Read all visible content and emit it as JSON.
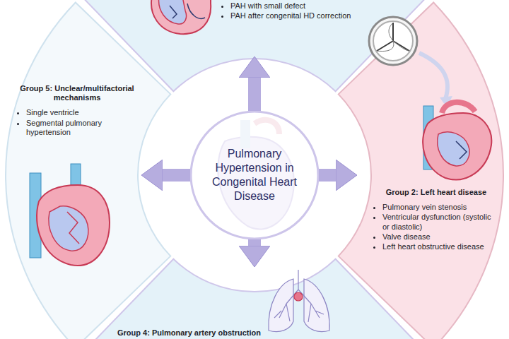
{
  "diagram": {
    "nodes": [
      {
        "text": [
          "PAH with small defect",
          "PAH after congenital HD correction"
        ]
      },
      {
        "text": [
          "Group 5: Unclear/multifactorial mechanisms",
          "Single ventricle",
          "Segmental pulmonary hypertension"
        ]
      },
      {
        "text": [
          "Pulmonary Hypertension in Congenital Heart Disease"
        ]
      },
      {
        "text": [
          "Group 2: Left heart disease",
          "Pulmonary vein stenosis",
          "Ventricular dysfunction (systolic or diastolic)",
          "Valve disease",
          "Left heart obstructive disease"
        ]
      },
      {
        "text": [
          "Group 4: Pulmonary artery obstruction"
        ]
      }
    ],
    "edges": [
      {
        "from": 2,
        "to": 0,
        "arrow": "to"
      },
      {
        "from": 2,
        "to": 1,
        "arrow": "to"
      },
      {
        "from": 2,
        "to": 3,
        "arrow": "to"
      },
      {
        "from": 2,
        "to": 4,
        "arrow": "to"
      }
    ]
  }
}
